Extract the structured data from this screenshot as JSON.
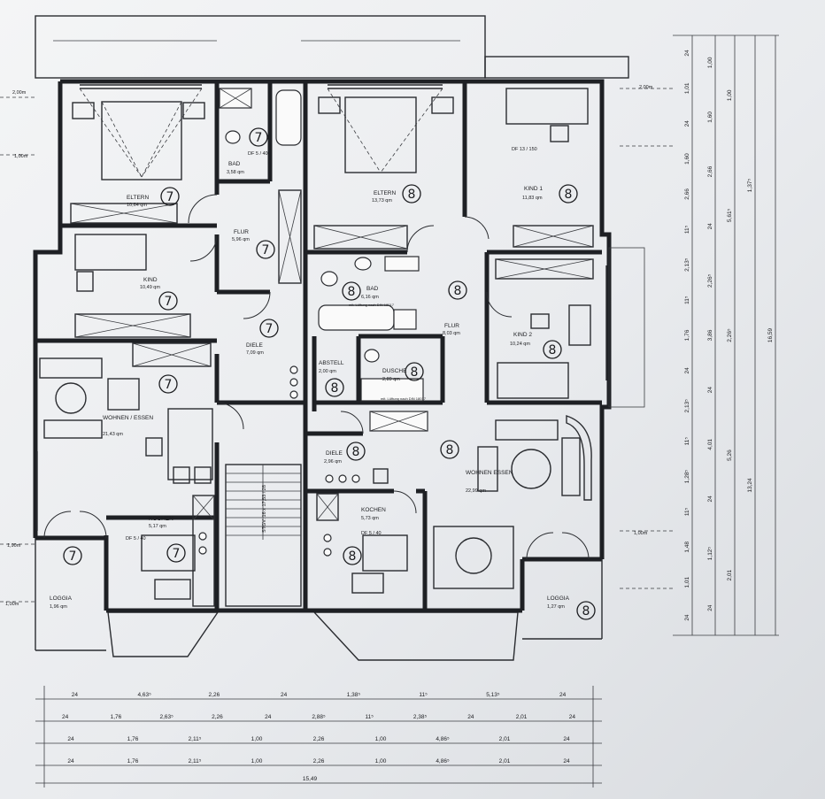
{
  "rooms": [
    {
      "id": "eltern7",
      "name": "ELTERN",
      "area": "10,64 qm"
    },
    {
      "id": "kind7",
      "name": "KIND",
      "area": "10,49 qm"
    },
    {
      "id": "bad7",
      "name": "BAD",
      "area": "3,58 qm"
    },
    {
      "id": "flur7",
      "name": "FLUR",
      "area": "5,96 qm"
    },
    {
      "id": "diele7",
      "name": "DIELE",
      "area": "7,09 qm"
    },
    {
      "id": "wohnen7",
      "name": "WOHNEN / ESSEN",
      "area": "21,43 qm"
    },
    {
      "id": "kochen7",
      "name": "KOCHEN",
      "area": "5,17 qm"
    },
    {
      "id": "loggia7",
      "name": "LOGGIA",
      "area": "1,96 qm"
    },
    {
      "id": "eltern8",
      "name": "ELTERN",
      "area": "13,73 qm"
    },
    {
      "id": "kind18",
      "name": "KIND 1",
      "area": "11,83 qm"
    },
    {
      "id": "bad8",
      "name": "BAD",
      "area": "6,16 qm"
    },
    {
      "id": "flur8",
      "name": "FLUR",
      "area": "8,03 qm"
    },
    {
      "id": "kind28",
      "name": "KIND 2",
      "area": "10,24 qm"
    },
    {
      "id": "abstell8",
      "name": "ABSTELL",
      "area": "2,00 qm"
    },
    {
      "id": "dusche8",
      "name": "DUSCHE",
      "area": "2,89 qm"
    },
    {
      "id": "diele8",
      "name": "DIELE",
      "area": "2,96 qm"
    },
    {
      "id": "wohnen8",
      "name": "WOHNEN ESSEN",
      "area": "22,99 qm"
    },
    {
      "id": "kochen8",
      "name": "KOCHEN",
      "area": "5,73 qm"
    },
    {
      "id": "loggia8",
      "name": "LOGGIA",
      "area": "1,27 qm"
    }
  ],
  "units": [
    "7",
    "8"
  ],
  "notes": {
    "stairs": "STGV. 16 x 17,53 / 28",
    "window_kind1": "DF 13 / 150",
    "window_bad7": "DF 5 / 40",
    "window_kochen7": "DF 5 / 40",
    "window_kochen8": "DF 5 / 40",
    "bad_vent": "mit. Lüftung nach DIN 18017",
    "dusche_vent": "mit. Lüftung nach DIN 18017"
  },
  "right_dims": {
    "inner": [
      "24",
      "1,01",
      "24",
      "1,60",
      "2,66",
      "11⁵",
      "2,13⁵",
      "11⁵",
      "1,76",
      "24",
      "2,13⁵",
      "11⁵",
      "1,28⁵",
      "11⁵",
      "1,48",
      "1,01",
      "24"
    ],
    "middle": [
      "1,00",
      "1,60",
      "2,66",
      "24",
      "2,26⁵",
      "3,86",
      "24",
      "4,01",
      "24",
      "1,12⁵",
      "24"
    ],
    "outer1": [
      "1,00",
      "5,61⁵",
      "2,26⁵",
      "5,26",
      "2,01"
    ],
    "outer2": [
      "1,37⁵",
      "13,24"
    ],
    "outer3": [
      "16,59"
    ]
  },
  "bottom_dims": {
    "row1": [
      "24",
      "4,63⁵",
      "2,26",
      "24",
      "1,38⁵",
      "11⁵",
      "5,13⁵",
      "24"
    ],
    "row2": [
      "24",
      "1,76",
      "2,63⁵",
      "2,26",
      "24",
      "2,88⁵",
      "11⁵",
      "2,38⁵",
      "24",
      "2,01",
      "24"
    ],
    "row3": [
      "24",
      "1,76",
      "2,11⁵",
      "1,00",
      "2,26",
      "1,00",
      "4,86⁵",
      "2,01",
      "24"
    ],
    "row4": [
      "24",
      "1,76",
      "2,11⁵",
      "1,00",
      "2,26",
      "1,00",
      "4,86⁵",
      "2,01",
      "24"
    ],
    "total": "15,49"
  },
  "levels": [
    "1,90m",
    "2,00m",
    "1,00m",
    "1,00m",
    "2,00m",
    "1,00m"
  ]
}
